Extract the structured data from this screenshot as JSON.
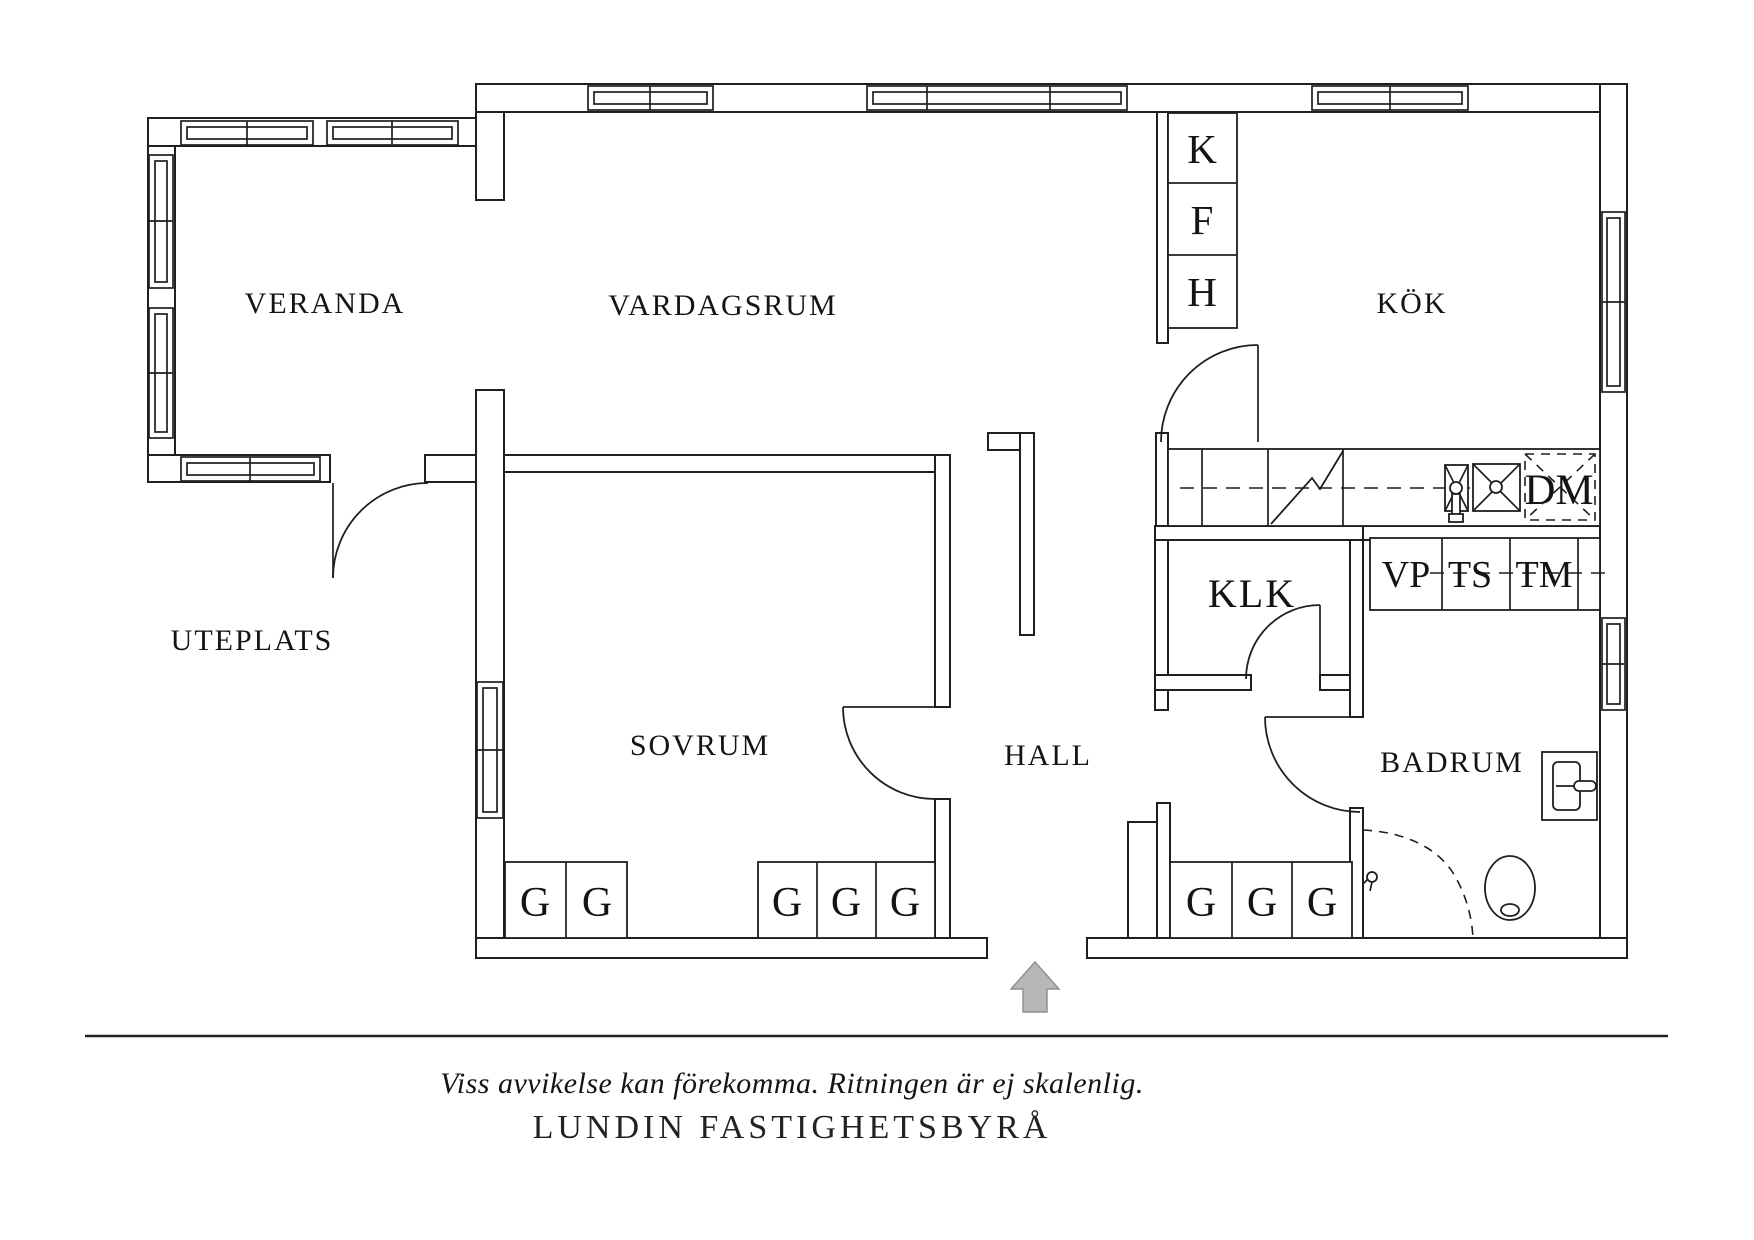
{
  "rooms": {
    "veranda": "VERANDA",
    "vardagsrum": "VARDAGSRUM",
    "kok": "KÖK",
    "uteplats": "UTEPLATS",
    "sovrum": "SOVRUM",
    "hall": "HALL",
    "klk": "KLK",
    "badrum": "BADRUM"
  },
  "labels": {
    "closet_k": "K",
    "closet_f": "F",
    "closet_h": "H",
    "dishwasher": "DM",
    "water_heater": "VP",
    "drying_cabinet": "TS",
    "washing_machine": "TM",
    "wardrobe": "G"
  },
  "footer": {
    "disclaimer": "Viss avvikelse kan förekomma. Ritningen är ej skalenlig.",
    "agency": "LUNDIN FASTIGHETSBYRÅ"
  },
  "icons": {
    "entrance_arrow": "filled-up-arrow",
    "stove": "diagonal-zigzag-hob",
    "sink_small": "crossed-box-with-tap",
    "sink_large": "crossed-box-with-drain",
    "dishwasher_box": "dashed-crossed-box",
    "bathroom_sink": "wall-basin-with-tap",
    "toilet": "oval-bowl",
    "shower": "dashed-quarter-circle",
    "window": "double-line-rect"
  },
  "colors": {
    "line": "#1f1f1f",
    "arrow_fill": "#b7b7b7",
    "arrow_stroke": "#909090",
    "background": "#ffffff"
  }
}
